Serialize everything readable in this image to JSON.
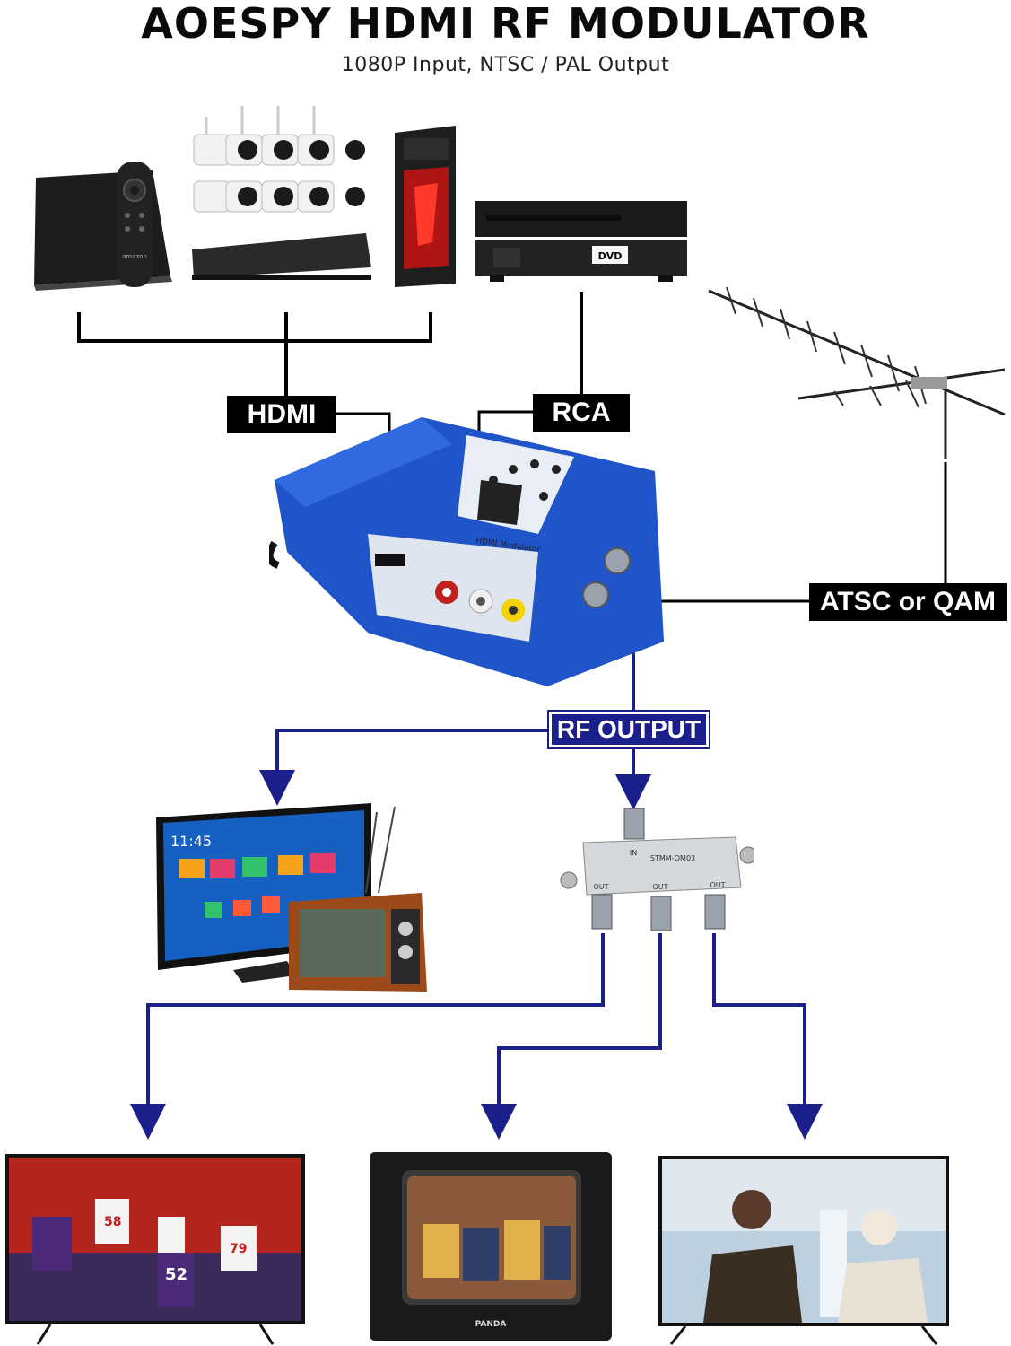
{
  "header": {
    "title": "AOESPY HDMI RF MODULATOR",
    "subtitle": "1080P Input, NTSC / PAL Output"
  },
  "labels": {
    "hdmi": "HDMI",
    "rca": "RCA",
    "atsc": "ATSC or QAM",
    "rf_output": "RF OUTPUT"
  },
  "device_text": {
    "dvd_logo": "DVD",
    "amazon_logo": "amazon",
    "tv_clock": "11:45",
    "splitter_model": "STMM-OM03",
    "splitter_in": "IN",
    "splitter_out": "OUT",
    "crt_brand": "PANDA",
    "jersey_a": "58",
    "jersey_b": "52",
    "jersey_c": "79",
    "modulator_brand": "HDMI Modulator"
  },
  "colors": {
    "line_black": "#000000",
    "line_blue": "#1a1f8c",
    "modulator_blue": "#1f55c9"
  }
}
